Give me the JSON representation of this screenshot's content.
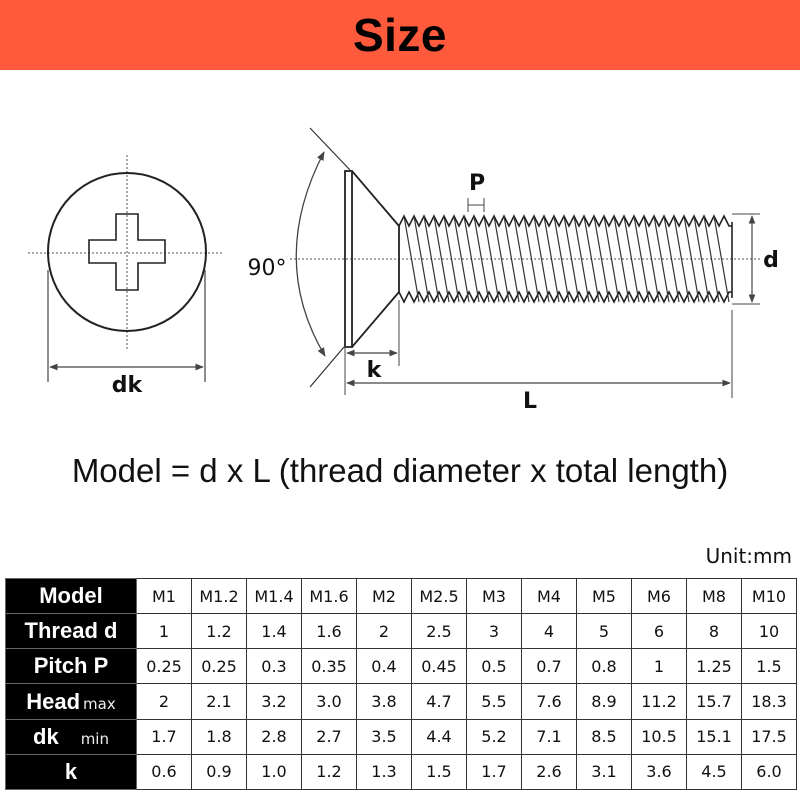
{
  "banner": {
    "title": "Size",
    "color": "#ff5a3c"
  },
  "diagram": {
    "head_view": {
      "dimension_label": "dk",
      "drive": "phillips-cross"
    },
    "side_view": {
      "angle_label": "90°",
      "pitch_label": "P",
      "diameter_label": "d",
      "head_height_label": "k",
      "length_label": "L"
    }
  },
  "caption": "Model = d x L (thread diameter x total length)",
  "unit": "Unit:mm",
  "table": {
    "rows": [
      {
        "label": "Model",
        "sub": "",
        "values": [
          "M1",
          "M1.2",
          "M1.4",
          "M1.6",
          "M2",
          "M2.5",
          "M3",
          "M4",
          "M5",
          "M6",
          "M8",
          "M10"
        ]
      },
      {
        "label": "Thread  d",
        "sub": "",
        "values": [
          "1",
          "1.2",
          "1.4",
          "1.6",
          "2",
          "2.5",
          "3",
          "4",
          "5",
          "6",
          "8",
          "10"
        ]
      },
      {
        "label": "Pitch  P",
        "sub": "",
        "values": [
          "0.25",
          "0.25",
          "0.3",
          "0.35",
          "0.4",
          "0.45",
          "0.5",
          "0.7",
          "0.8",
          "1",
          "1.25",
          "1.5"
        ]
      },
      {
        "label": "Head",
        "sub": "max",
        "values": [
          "2",
          "2.1",
          "3.2",
          "3.0",
          "3.8",
          "4.7",
          "5.5",
          "7.6",
          "8.9",
          "11.2",
          "15.7",
          "18.3"
        ]
      },
      {
        "label": "dk",
        "sub": "min",
        "values": [
          "1.7",
          "1.8",
          "2.8",
          "2.7",
          "3.5",
          "4.4",
          "5.2",
          "7.1",
          "8.5",
          "10.5",
          "15.1",
          "17.5"
        ]
      },
      {
        "label": "k",
        "sub": "",
        "values": [
          "0.6",
          "0.9",
          "1.0",
          "1.2",
          "1.3",
          "1.5",
          "1.7",
          "2.6",
          "3.1",
          "3.6",
          "4.5",
          "6.0"
        ]
      }
    ]
  }
}
